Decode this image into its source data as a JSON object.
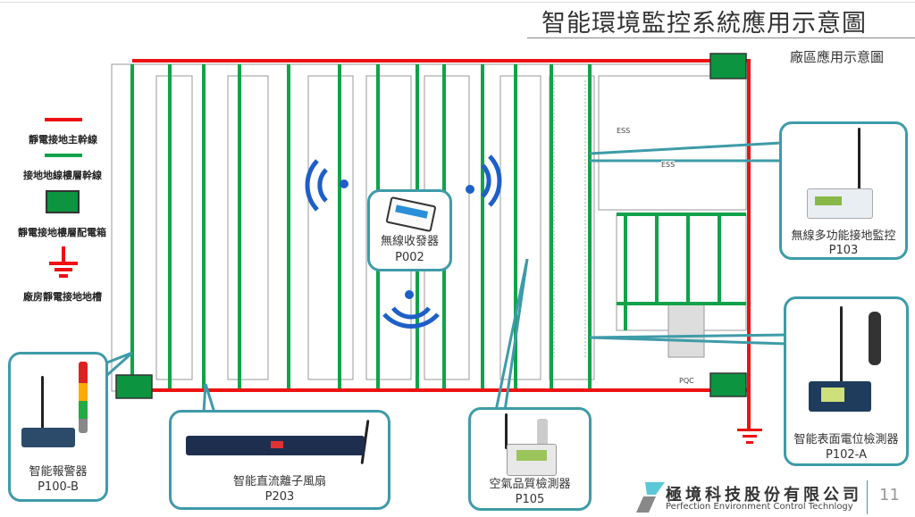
{
  "header": {
    "title": "智能環境監控系統應用示意圖",
    "subtitle": "廠區應用示意圖"
  },
  "legend": [
    {
      "label": "靜電接地主幹線",
      "color": "#ee1111"
    },
    {
      "label": "接地地線樓層幹線",
      "color": "#12a24a"
    },
    {
      "label": "靜電接地樓層配電箱",
      "color": "#0c9440"
    },
    {
      "label": "廠房靜電接地地槽",
      "color": "#ee1111"
    }
  ],
  "plan": {
    "labels": [
      "ESS",
      "ESS",
      "PQC"
    ]
  },
  "devices": [
    {
      "name": "無線收發器",
      "code": "P002"
    },
    {
      "name": "無線多功能接地監控",
      "code": "P103"
    },
    {
      "name": "智能表面電位檢測器",
      "code": "P102-A"
    },
    {
      "name": "智能報警器",
      "code": "P100-B"
    },
    {
      "name": "智能直流離子風扇",
      "code": "P203"
    },
    {
      "name": "空氣品質檢測器",
      "code": "P105"
    }
  ],
  "footer": {
    "company_cn": "極境科技股份有限公司",
    "company_en": "Perfection Environment Control Technlogy",
    "page": "11"
  },
  "colors": {
    "teal": "#3e9ba8",
    "red": "#ee1111",
    "green": "#12a24a"
  }
}
